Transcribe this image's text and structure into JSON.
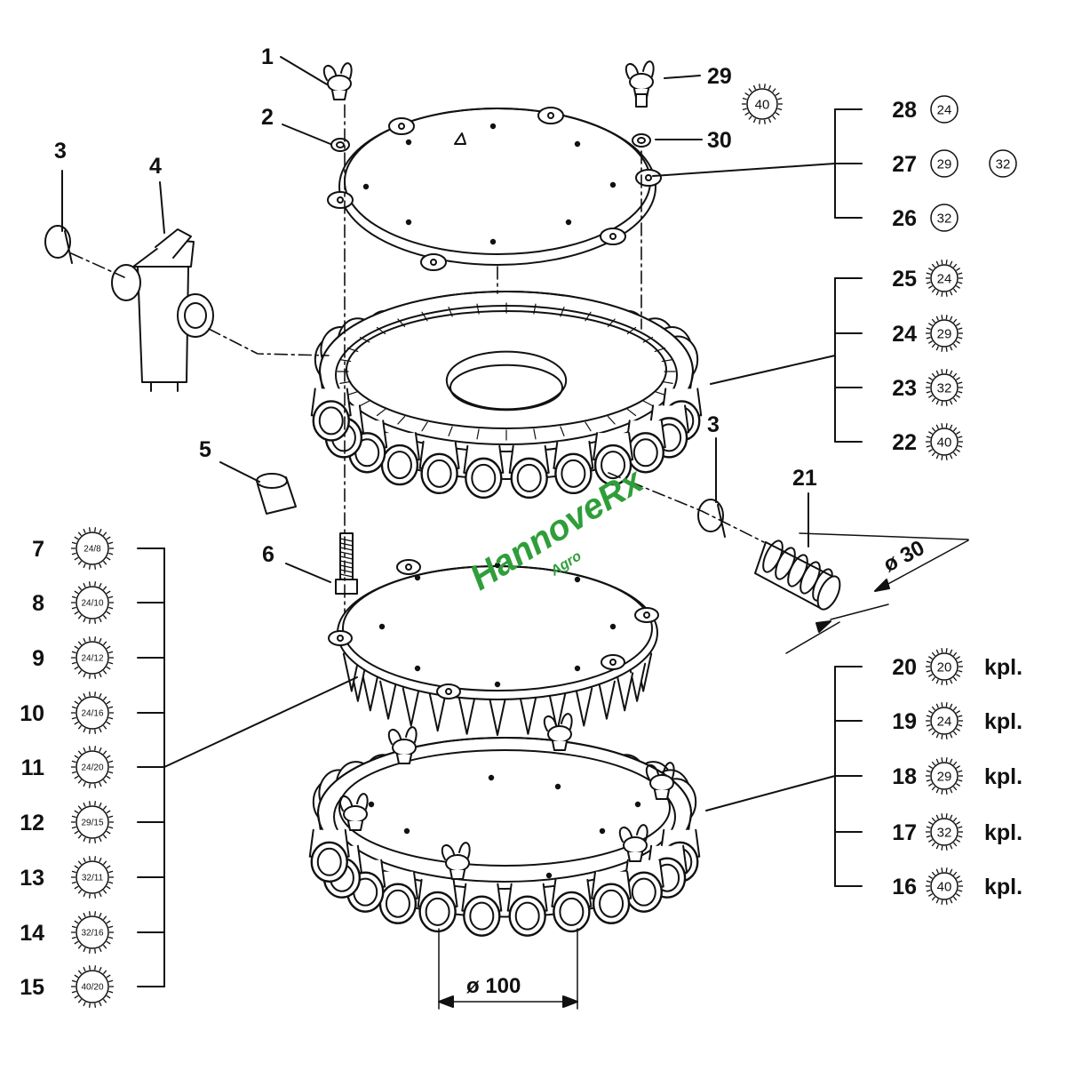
{
  "watermark": {
    "brand": "HannoveRx",
    "sub": "Agro"
  },
  "dimensions": {
    "outlet": "ø 30",
    "base": "ø 100"
  },
  "suffix": "kpl.",
  "callouts": [
    {
      "id": "c1",
      "label": "1"
    },
    {
      "id": "c2",
      "label": "2"
    },
    {
      "id": "c3a",
      "label": "3"
    },
    {
      "id": "c4",
      "label": "4"
    },
    {
      "id": "c29",
      "label": "29",
      "badges": [
        {
          "text": "40",
          "style": "sun"
        }
      ]
    },
    {
      "id": "c30",
      "label": "30"
    },
    {
      "id": "c5",
      "label": "5"
    },
    {
      "id": "c6",
      "label": "6"
    },
    {
      "id": "c3b",
      "label": "3"
    },
    {
      "id": "c21",
      "label": "21"
    }
  ],
  "right_top_group": [
    {
      "label": "28",
      "badges": [
        {
          "text": "24",
          "style": "plain"
        }
      ]
    },
    {
      "label": "27",
      "badges": [
        {
          "text": "29",
          "style": "plain"
        },
        {
          "text": "32",
          "style": "plain"
        }
      ]
    },
    {
      "label": "26",
      "badges": [
        {
          "text": "32",
          "style": "plain"
        }
      ]
    }
  ],
  "right_mid_group": [
    {
      "label": "25",
      "badges": [
        {
          "text": "24",
          "style": "sun"
        }
      ]
    },
    {
      "label": "24",
      "badges": [
        {
          "text": "29",
          "style": "sun"
        }
      ]
    },
    {
      "label": "23",
      "badges": [
        {
          "text": "32",
          "style": "sun"
        }
      ]
    },
    {
      "label": "22",
      "badges": [
        {
          "text": "40",
          "style": "sun"
        }
      ]
    }
  ],
  "right_bottom_group": [
    {
      "label": "20",
      "badges": [
        {
          "text": "20",
          "style": "sun"
        }
      ],
      "suffix": true
    },
    {
      "label": "19",
      "badges": [
        {
          "text": "24",
          "style": "sun"
        }
      ],
      "suffix": true
    },
    {
      "label": "18",
      "badges": [
        {
          "text": "29",
          "style": "sun"
        }
      ],
      "suffix": true
    },
    {
      "label": "17",
      "badges": [
        {
          "text": "32",
          "style": "sun"
        }
      ],
      "suffix": true
    },
    {
      "label": "16",
      "badges": [
        {
          "text": "40",
          "style": "sun"
        }
      ],
      "suffix": true
    }
  ],
  "left_group": [
    {
      "label": "7",
      "badge": "24/8"
    },
    {
      "label": "8",
      "badge": "24/10"
    },
    {
      "label": "9",
      "badge": "24/12"
    },
    {
      "label": "10",
      "badge": "24/16"
    },
    {
      "label": "11",
      "badge": "24/20"
    },
    {
      "label": "12",
      "badge": "29/15"
    },
    {
      "label": "13",
      "badge": "32/11"
    },
    {
      "label": "14",
      "badge": "32/16"
    },
    {
      "label": "15",
      "badge": "40/20"
    }
  ]
}
